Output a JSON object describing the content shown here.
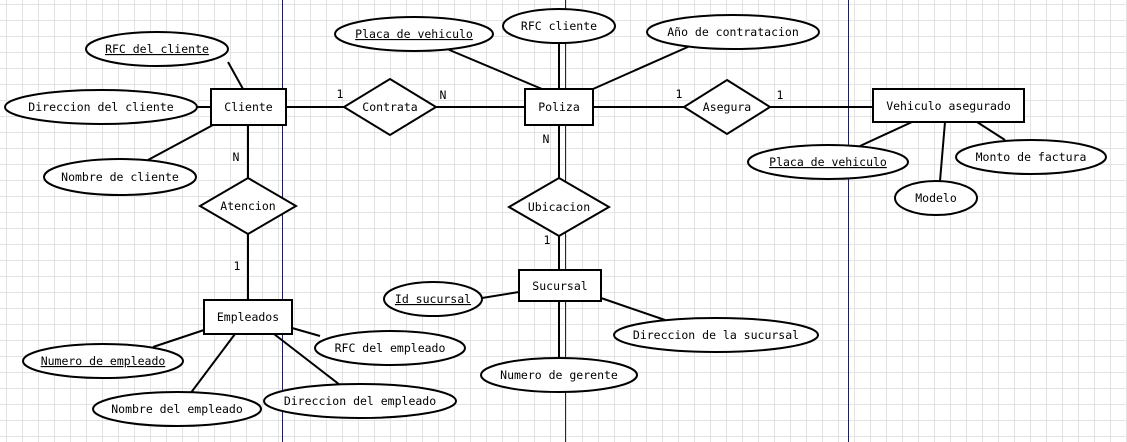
{
  "colors": {
    "page_divider": "#1e1e5a",
    "grid": "#e3e3e3",
    "stroke": "#000000"
  },
  "entities": {
    "cliente": "Cliente",
    "poliza": "Poliza",
    "vehiculo": "Vehiculo asegurado",
    "empleados": "Empleados",
    "sucursal": "Sucursal"
  },
  "relationships": {
    "contrata": "Contrata",
    "asegura": "Asegura",
    "atencion": "Atencion",
    "ubicacion": "Ubicacion"
  },
  "attributes": {
    "rfc_del_cliente": "RFC del cliente",
    "direccion_del_cliente": "Direccion del cliente",
    "nombre_de_cliente": "Nombre de cliente",
    "placa_poliza": "Placa de vehiculo",
    "rfc_cliente": "RFC cliente",
    "anio_contratacion": "Año de contratacion",
    "placa_vehiculo": "Placa de vehiculo",
    "modelo": "Modelo",
    "monto_factura": "Monto de factura",
    "numero_empleado": "Numero de empleado",
    "nombre_empleado": "Nombre del empleado",
    "direccion_empleado": "Direccion del empleado",
    "rfc_empleado": "RFC del empleado",
    "id_sucursal": "Id sucursal",
    "direccion_sucursal": "Direccion de la sucursal",
    "numero_gerente": "Numero de gerente"
  },
  "cardinalities": {
    "cliente_contrata": "1",
    "contrata_poliza": "N",
    "poliza_asegura": "1",
    "asegura_vehiculo": "1",
    "cliente_atencion": "N",
    "atencion_empleados": "1",
    "poliza_ubicacion": "N",
    "ubicacion_sucursal": "1"
  }
}
